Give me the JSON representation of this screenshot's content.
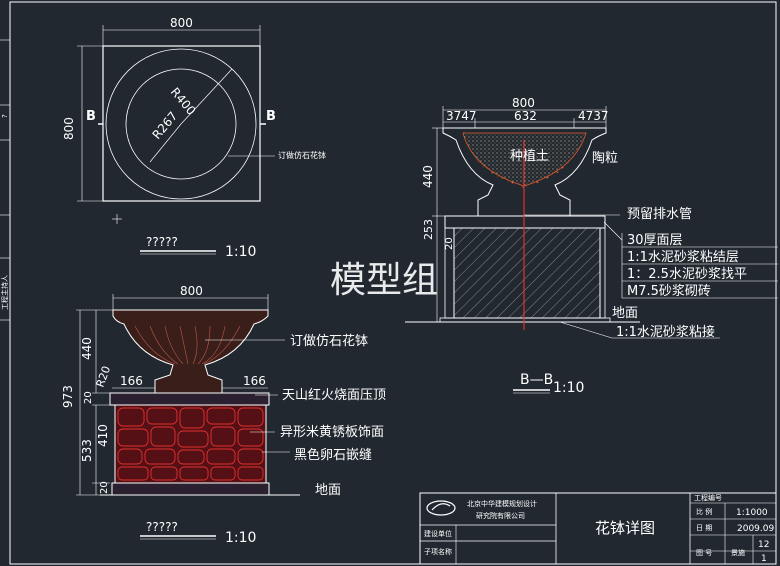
{
  "watermark": "模型组",
  "plan": {
    "dim_top": "800",
    "dim_left": "800",
    "radius_outer": "R400",
    "radius_inner": "R267",
    "section_mark_left": "B",
    "section_mark_right": "B",
    "callout": "订做仿石花钵",
    "caption": "?????",
    "scale": "1:10"
  },
  "elevation": {
    "dim_top": "800",
    "dim_bowl_height": "440",
    "dim_total_height": "973",
    "dim_r": "R20",
    "dim_left_step": "166",
    "dim_right_step": "166",
    "dim_cap": "20",
    "dim_clad": "410",
    "dim_base": "533",
    "dim_bottom": "20",
    "callouts": [
      "订做仿石花钵",
      "天山红火烧面压顶",
      "异形米黄锈板饰面",
      "黑色卵石嵌缝"
    ],
    "ground": "地面",
    "caption": "?????",
    "scale": "1:10"
  },
  "section": {
    "dim_top": "800",
    "dim_parts": [
      "3747",
      "632",
      "4737"
    ],
    "dim_bowl": "440",
    "dim_base_a": "253",
    "dim_base_b": "20",
    "soil_label": "种植土",
    "pebble_label": "陶粒",
    "callouts": [
      "预留排水管",
      "30厚面层",
      "1:1水泥砂浆粘结层",
      "1：2.5水泥砂浆找平",
      "M7.5砂浆砌砖"
    ],
    "ground": "地面",
    "bottom_callout": "1:1水泥砂浆粘接",
    "caption": "B—B",
    "scale": "1:10"
  },
  "left_strip": {
    "labels": [
      "?",
      "工程主持人"
    ]
  },
  "title_block": {
    "company_line1": "北京中华建模规划设计",
    "company_line2": "研究院有限公司",
    "drawing_title": "花钵详图",
    "row_labels": [
      "建设单位",
      "子项名称"
    ],
    "project_no_label": "工程编号",
    "scale_label": "比 例",
    "scale_value": "1:1000",
    "date_label": "日 期",
    "date_value": "2009.09",
    "sheet_label": "图 号",
    "sheet_prefix": "景施",
    "sheet_no": "12",
    "sheet_total": "1"
  }
}
